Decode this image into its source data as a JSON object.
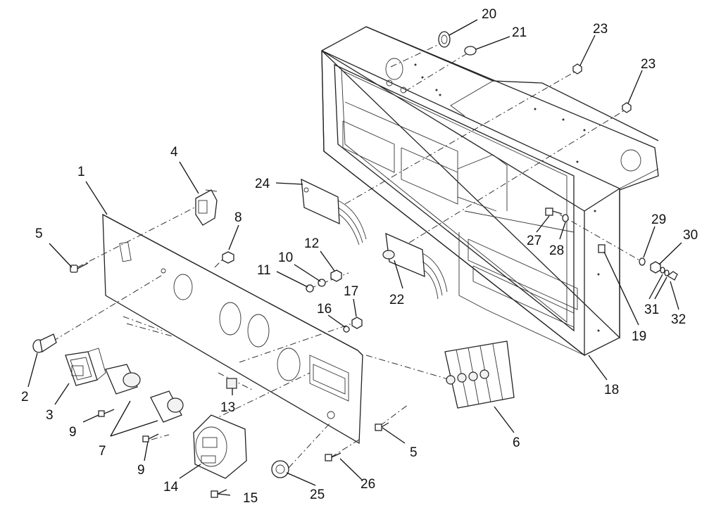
{
  "labels": {
    "p1": "1",
    "p2": "2",
    "p3": "3",
    "p4": "4",
    "p5a": "5",
    "p5b": "5",
    "p6": "6",
    "p7": "7",
    "p8": "8",
    "p9a": "9",
    "p9b": "9",
    "p10": "10",
    "p11": "11",
    "p12": "12",
    "p13": "13",
    "p14": "14",
    "p15": "15",
    "p16": "16",
    "p17": "17",
    "p18": "18",
    "p19": "19",
    "p20": "20",
    "p21": "21",
    "p22": "22",
    "p23a": "23",
    "p23b": "23",
    "p24": "24",
    "p25": "25",
    "p26": "26",
    "p27": "27",
    "p28": "28",
    "p29": "29",
    "p30": "30",
    "p31": "31",
    "p32": "32"
  }
}
